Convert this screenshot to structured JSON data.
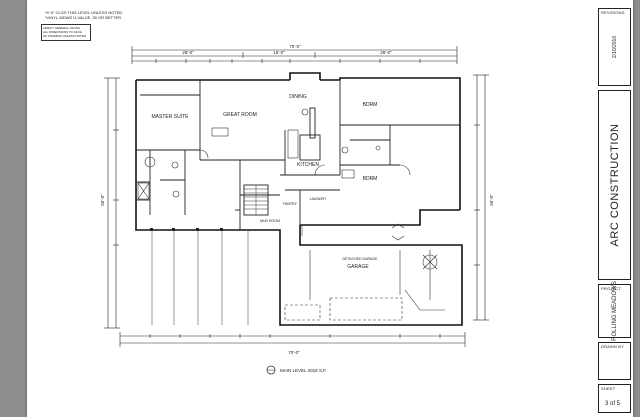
{
  "notes": {
    "line1": "*9'-0\" CLGS THIS LEVEL UNLESS NOTED",
    "line2": "*VINYL WDWS U-VALUE .30 OR BETTER",
    "box": [
      "VERIFY GENERAL NOTES",
      "ALL DIMENSIONS TO FACE",
      "OF FRAMING UNLESS NOTED"
    ]
  },
  "title_block": {
    "revisions_label": "REVISIONS",
    "revision_date": "2/10/2016",
    "company": "ARC CONSTRUCTION",
    "project_label": "PROJECT",
    "project_name": "ROLLING MEADOWS",
    "drawn_by_label": "DRAWN BY",
    "sheet_label": "SHEET",
    "sheet_number": "3 of 5"
  },
  "rooms": {
    "master_suite": "MASTER SUITE",
    "great_room": "GREAT ROOM",
    "dining": "DINING",
    "kitchen": "KITCHEN",
    "bedroom_1": "BDRM",
    "bedroom_2": "BDRM",
    "garage": "GARAGE",
    "garage_note": "DETACHED GARAGE",
    "laundry": "LAUNDRY",
    "pantry": "PANTRY",
    "mud_room": "MUD ROOM"
  },
  "dims": {
    "overall_top": "70'-0\"",
    "top_segments": [
      "28'-0\"",
      "16'-0\"",
      "26'-0\""
    ],
    "overall_left": "56'-0\"",
    "overall_right": "56'-0\"",
    "overall_bottom": "70'-0\""
  },
  "drawing_title": "MAIN LEVEL 2018 S.F.",
  "colors": {
    "line": "#222222",
    "sheet": "#ffffff",
    "background": "#8d8d8d"
  }
}
